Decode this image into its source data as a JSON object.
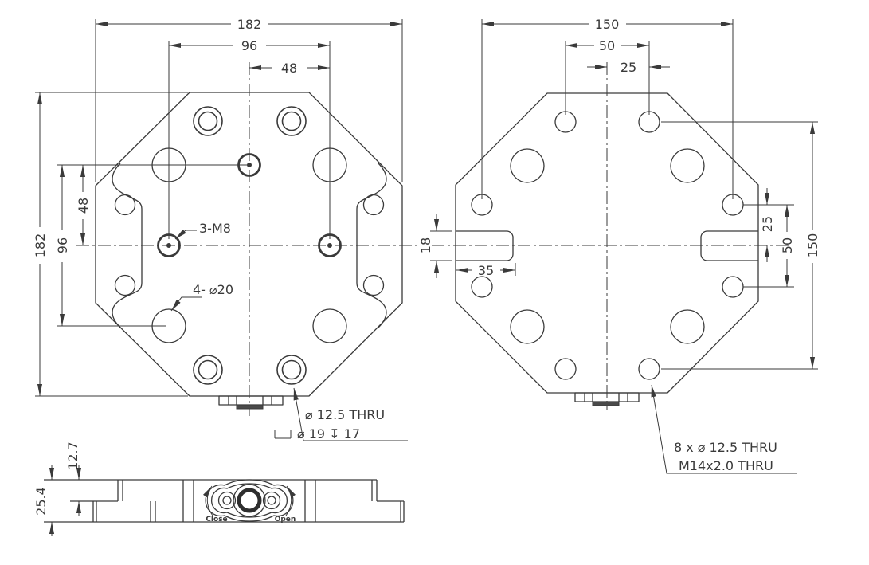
{
  "front_view": {
    "dim_overall_width": "182",
    "dim_hole_span_width": "96",
    "dim_half_span_width": "48",
    "dim_overall_height": "182",
    "dim_hole_span_height": "96",
    "dim_half_span_height": "48",
    "label_tapped_holes": "3-M8",
    "label_large_holes": "4- ⌀20",
    "label_cbore_line1": "⌀ 12.5 THRU",
    "label_cbore_line2": "⌀ 19 ↧ 17"
  },
  "back_view": {
    "dim_bolt_span_width": "150",
    "dim_top_hole_span": "50",
    "dim_top_half_span": "25",
    "dim_bolt_span_height": "150",
    "dim_side_hole_span": "50",
    "dim_side_half_span": "25",
    "dim_slot_width": "18",
    "dim_slot_depth": "35",
    "label_holes_line1": "8 x ⌀ 12.5 THRU",
    "label_holes_line2": "M14x2.0 THRU"
  },
  "side_view": {
    "dim_step_thickness": "12.7",
    "dim_total_thickness": "25.4",
    "label_close": "Close",
    "label_open": "Open"
  },
  "colors": {
    "line": "#3a3a3a",
    "background": "#ffffff"
  }
}
